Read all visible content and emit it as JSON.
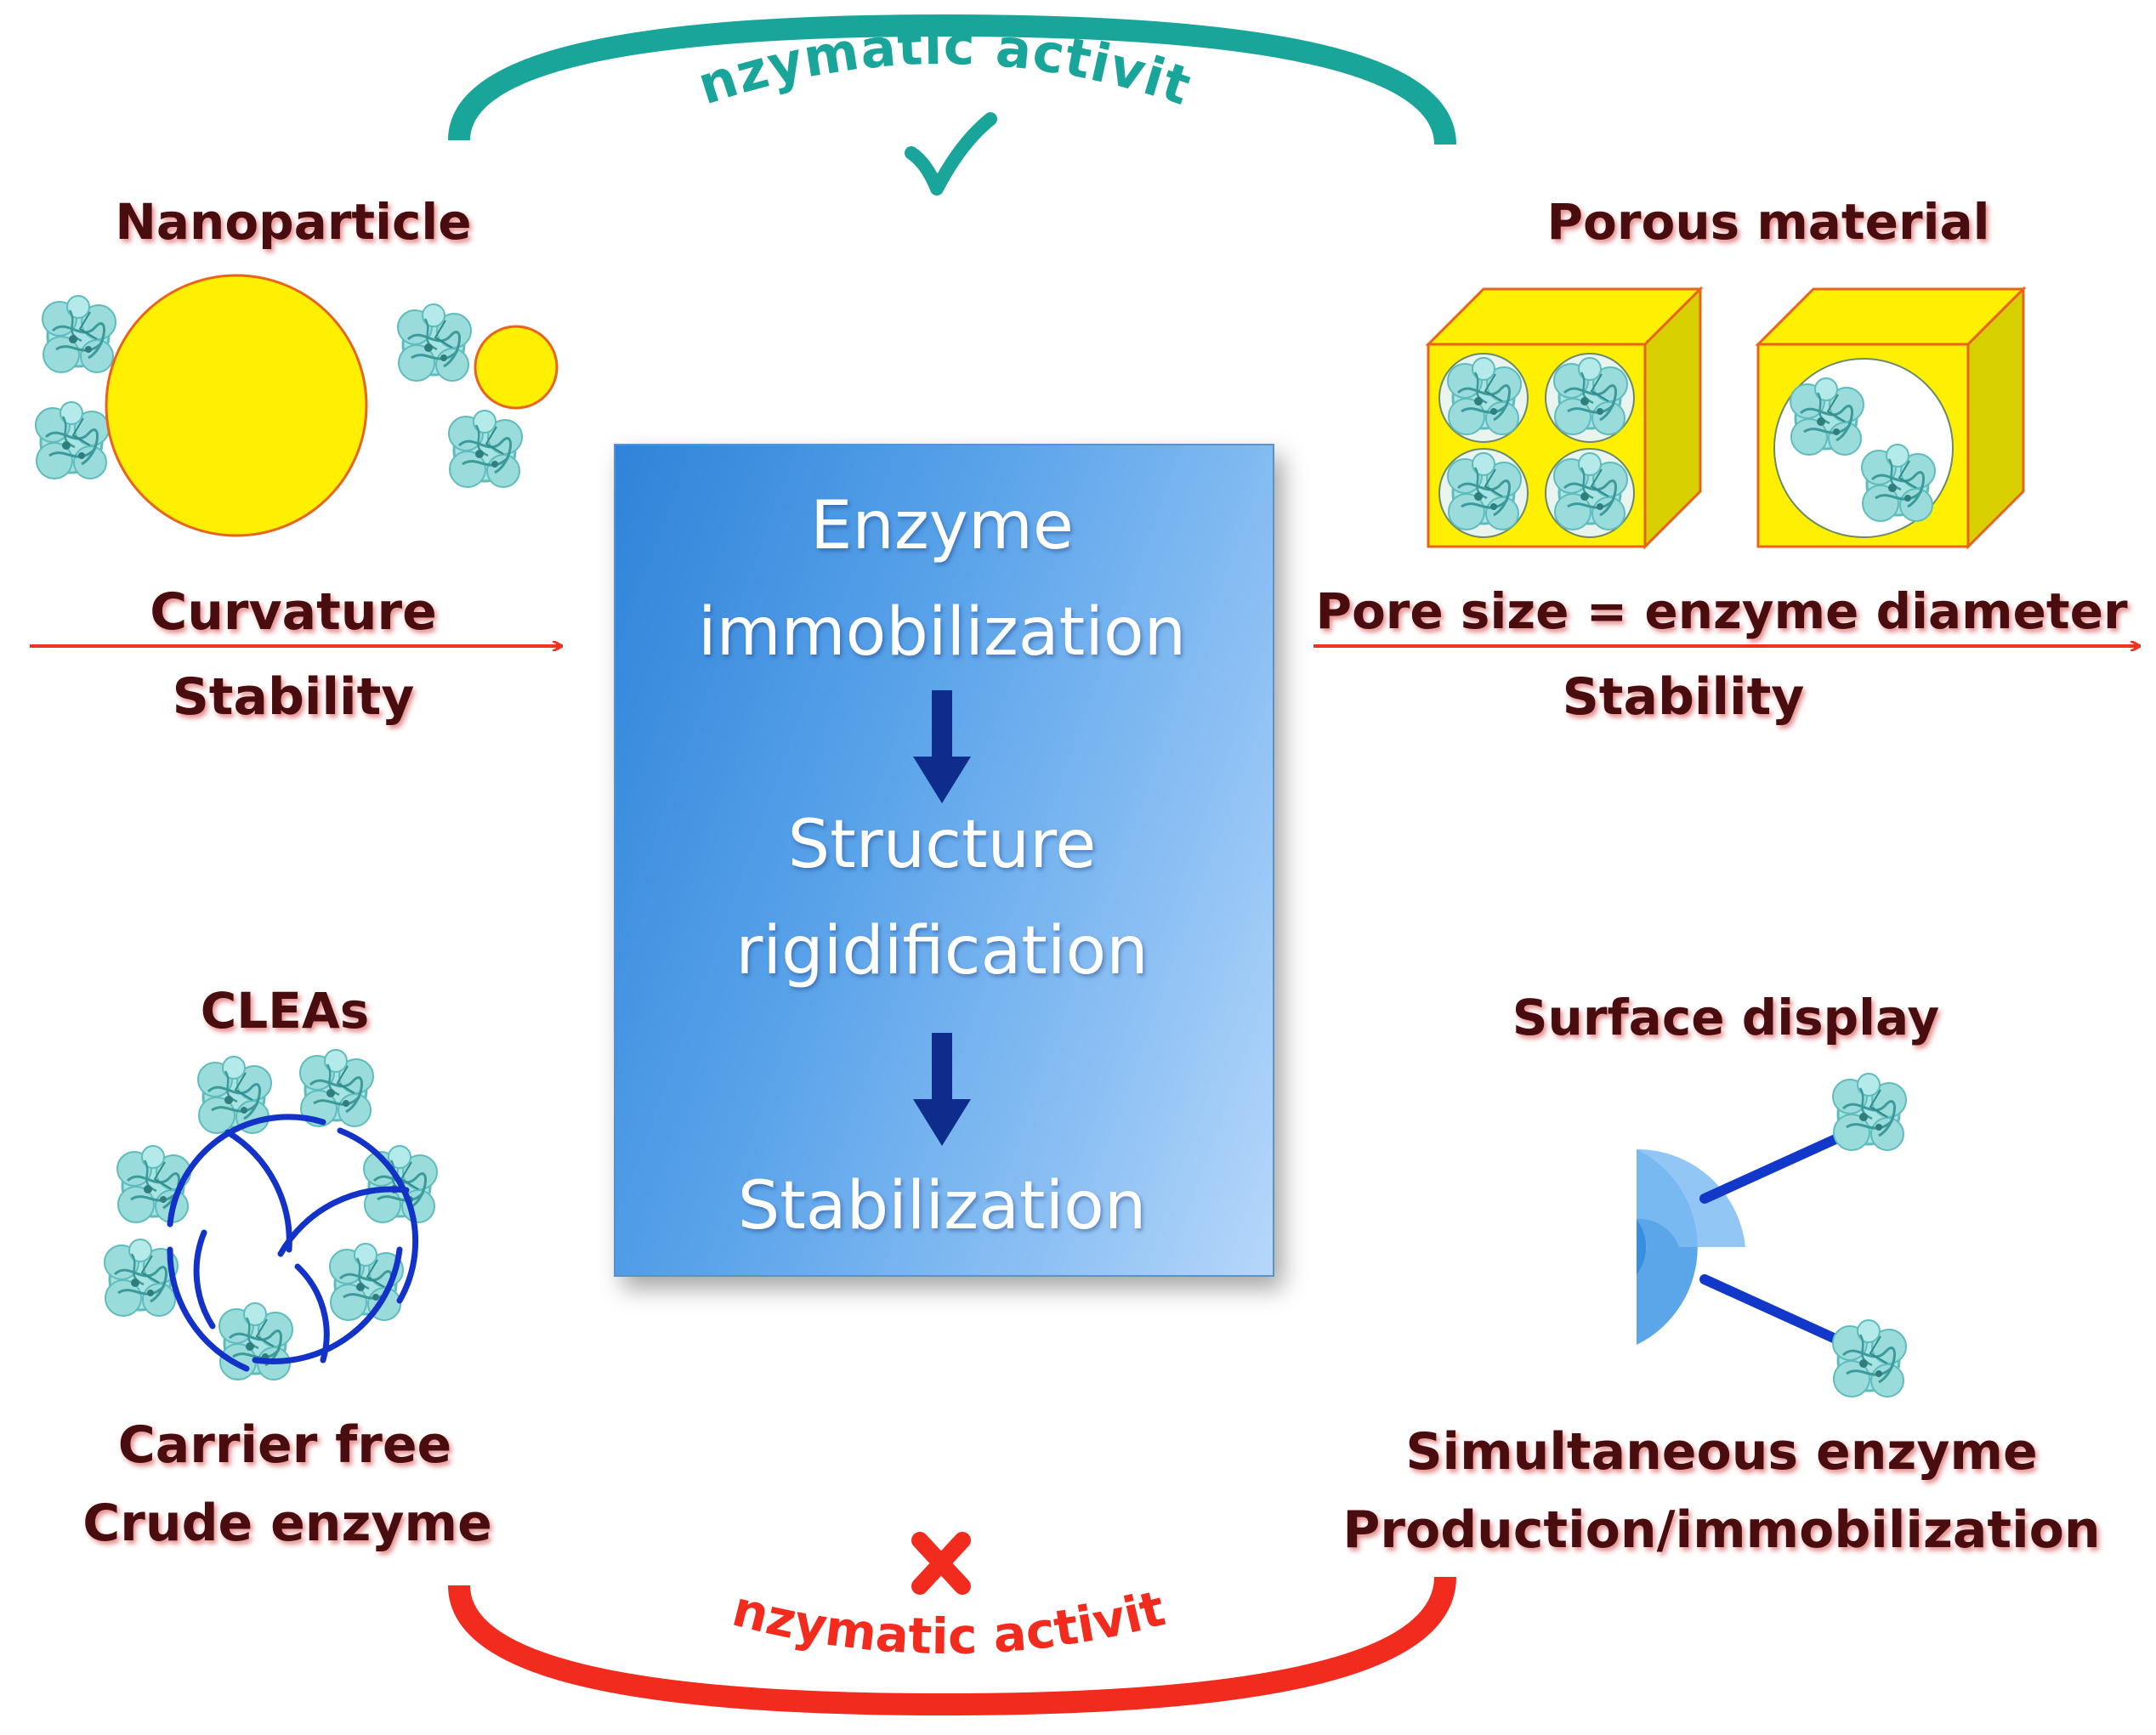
{
  "top_arc": {
    "label": "Enzymatic activity",
    "color": "#1aa59a",
    "mark": "checkmark-icon"
  },
  "bottom_arc": {
    "label": "Enzymatic activity",
    "color": "#f22b1f",
    "mark": "cross-icon"
  },
  "nanoparticle": {
    "title": "Nanoparticle",
    "line1": "Curvature",
    "line2": "Stability"
  },
  "porous": {
    "title": "Porous material",
    "line1": "Pore size = enzyme diameter",
    "line2": "Stability"
  },
  "cleas": {
    "title": "CLEAs",
    "line1": "Carrier free",
    "line2": "Crude enzyme"
  },
  "surface": {
    "title": "Surface display",
    "line1": "Simultaneous enzyme",
    "line2": "Production/immobilization"
  },
  "center": {
    "step1_line1": "Enzyme",
    "step1_line2": "immobilization",
    "step2_line1": "Structure",
    "step2_line2": "rigidification",
    "step3": "Stabilization"
  },
  "colors": {
    "support_yellow": "#ffef00",
    "support_outline": "#e8641c",
    "enzyme_cyan": "#7fd6d8",
    "link_blue": "#1238c9",
    "arrow_red": "#ee3322",
    "flow_arrow": "#0d2c8c"
  }
}
